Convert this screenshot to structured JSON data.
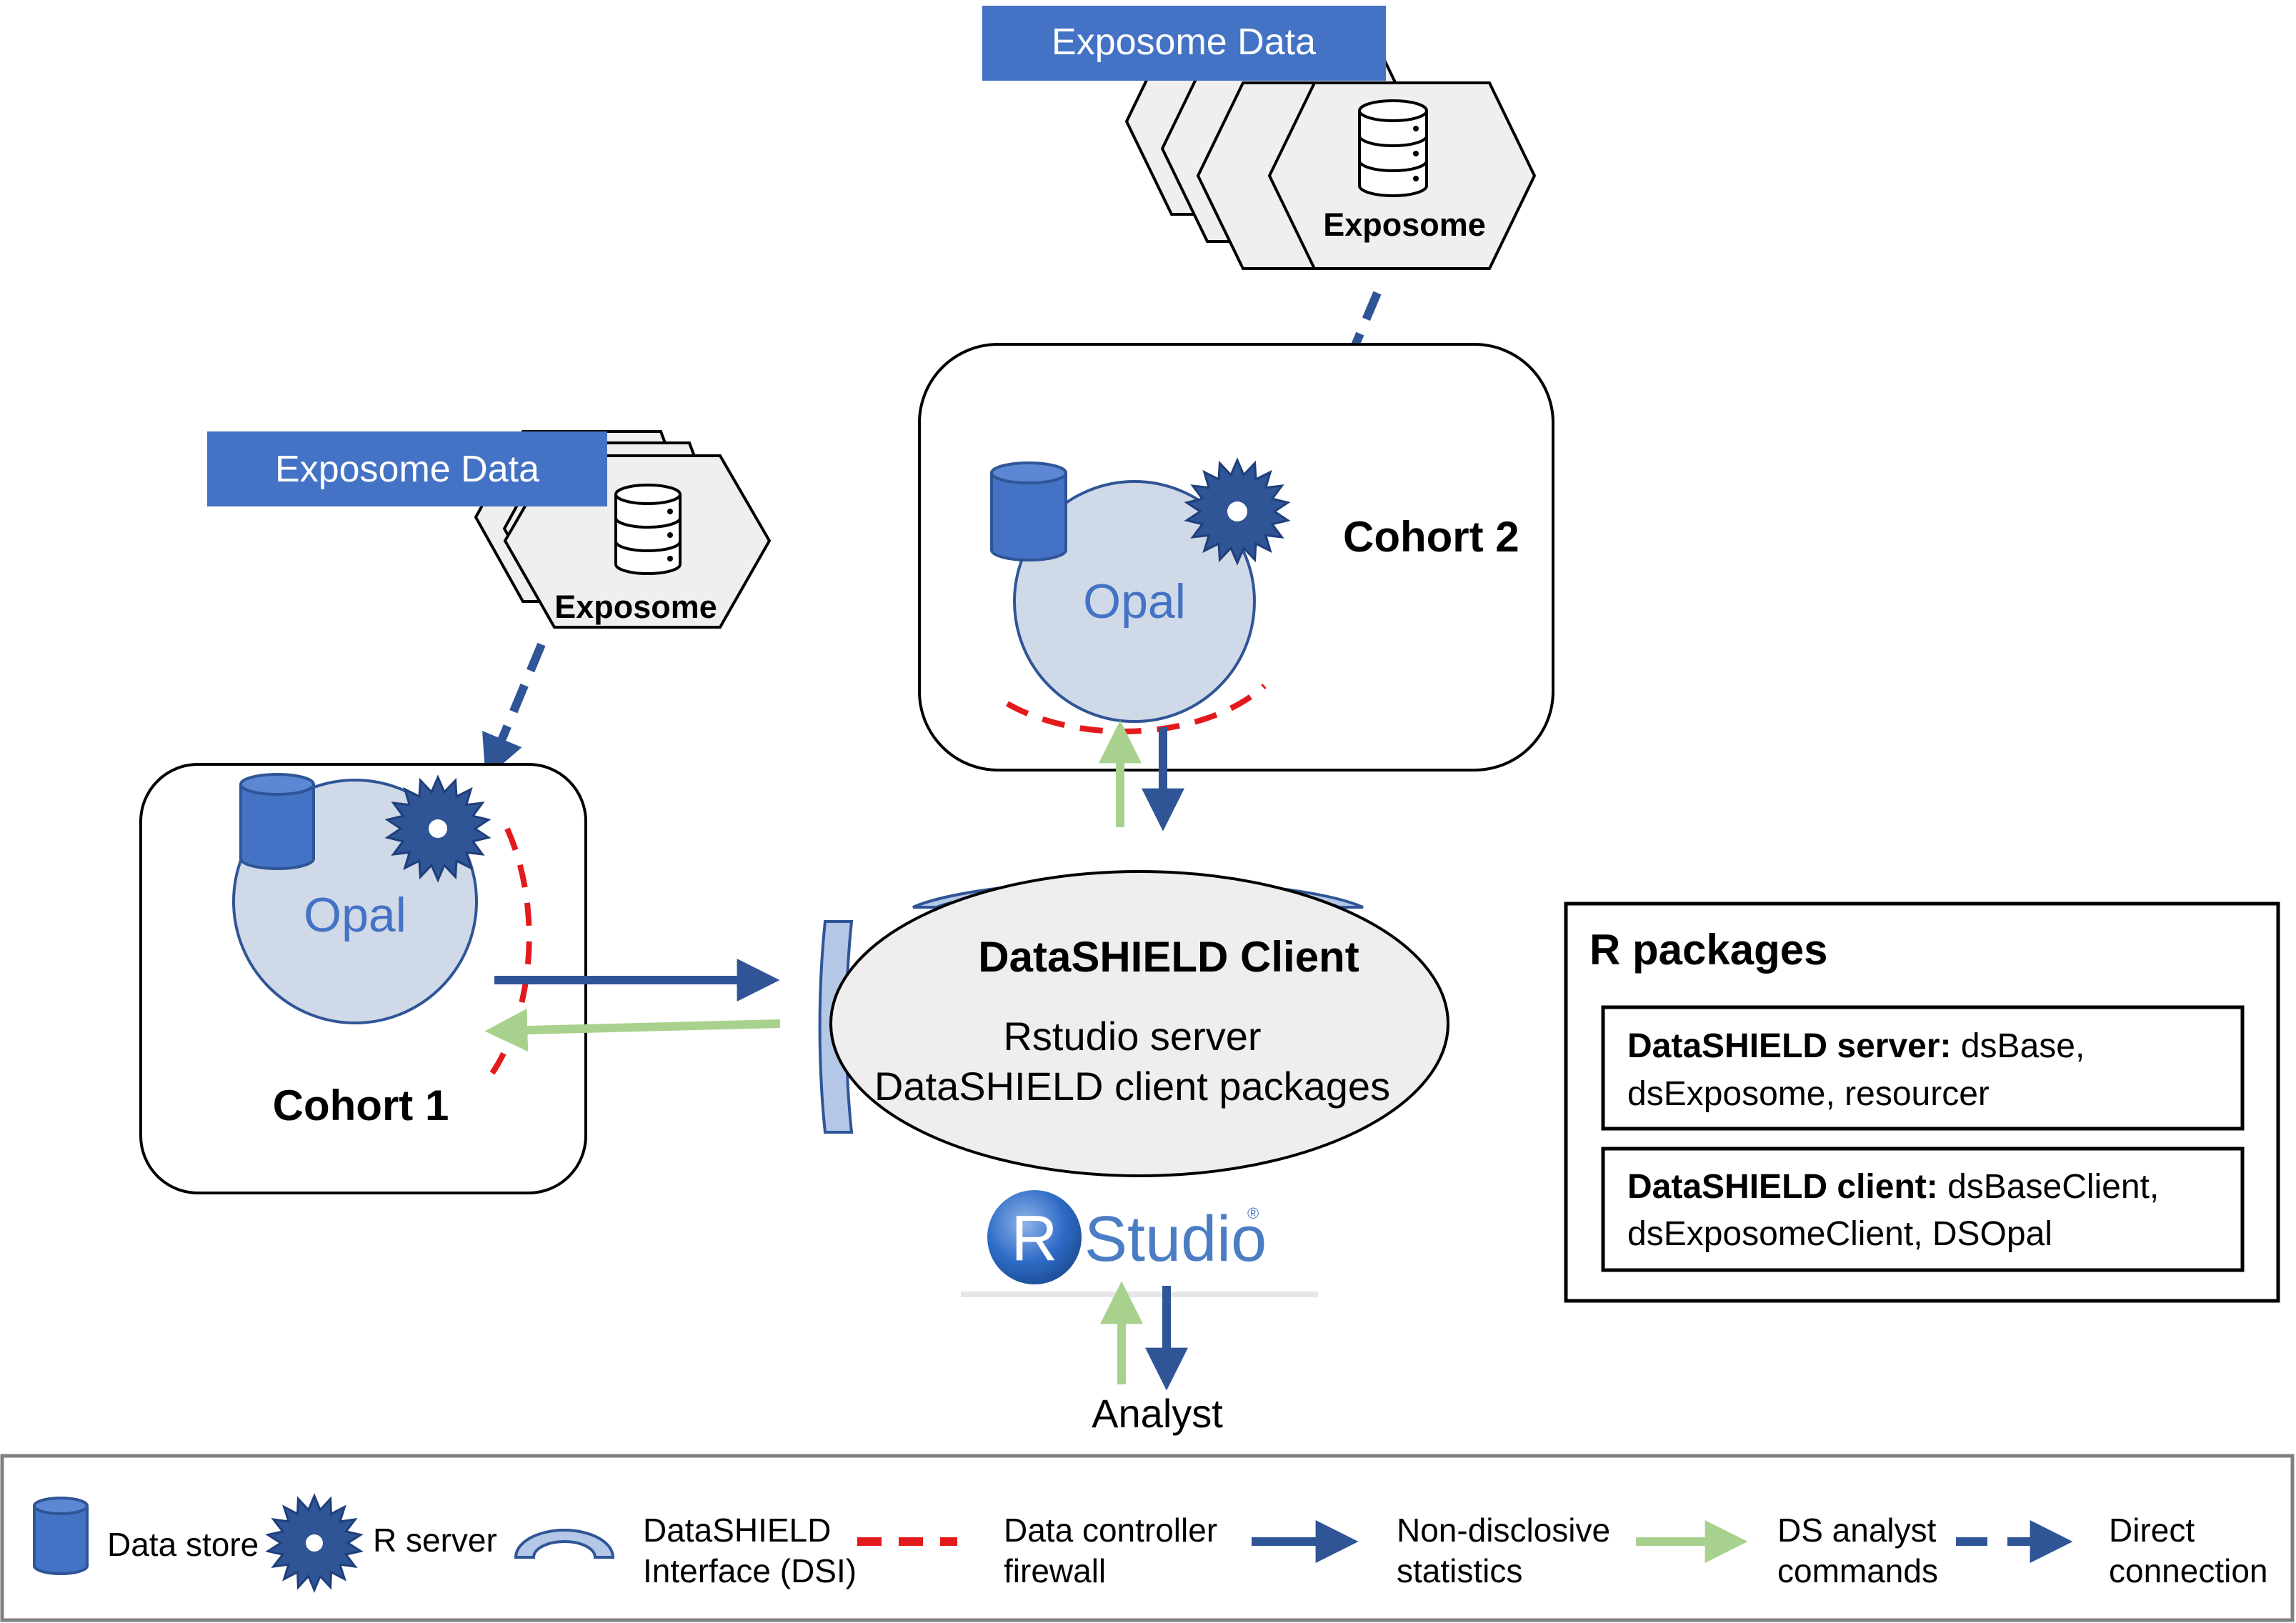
{
  "exposome_top": {
    "banner": "Exposome Data",
    "hex_label": "Exposome"
  },
  "exposome_left": {
    "banner": "Exposome Data",
    "hex_label": "Exposome"
  },
  "cohort1": {
    "title": "Cohort 1",
    "opal": "Opal"
  },
  "cohort2": {
    "title": "Cohort 2",
    "opal": "Opal"
  },
  "client": {
    "title": "DataSHIELD Client",
    "line1": "Rstudio server",
    "line2": "DataSHIELD client packages"
  },
  "rstudio": {
    "r_letter": "R",
    "word": "Studio",
    "mark": "®"
  },
  "analyst": "Analyst",
  "packages": {
    "title": "R packages",
    "server_label": "DataSHIELD server:",
    "server_line1": " dsBase,",
    "server_line2": "dsExposome, resourcer",
    "client_label": "DataSHIELD client:",
    "client_line1": " dsBaseClient,",
    "client_line2": "dsExposomeClient, DSOpal"
  },
  "legend": {
    "data_store": "Data store",
    "r_server": "R server",
    "dsi_line1": "DataSHIELD",
    "dsi_line2": "Interface (DSI)",
    "firewall_line1": "Data controller",
    "firewall_line2": "firewall",
    "nondisclosive_line1": "Non-disclosive",
    "nondisclosive_line2": "statistics",
    "commands_line1": "DS analyst",
    "commands_line2": "commands",
    "direct_line1": "Direct",
    "direct_line2": "connection"
  },
  "colors": {
    "navy": "#2F5597",
    "green": "#A9D18E",
    "red": "#E31A1C",
    "banner": "#4472C4",
    "opal_fill": "#D0D9E8",
    "dsi_fill": "#B4C7E7",
    "hex_fill": "#EFEFEF",
    "client_fill": "#EEEEEE"
  }
}
